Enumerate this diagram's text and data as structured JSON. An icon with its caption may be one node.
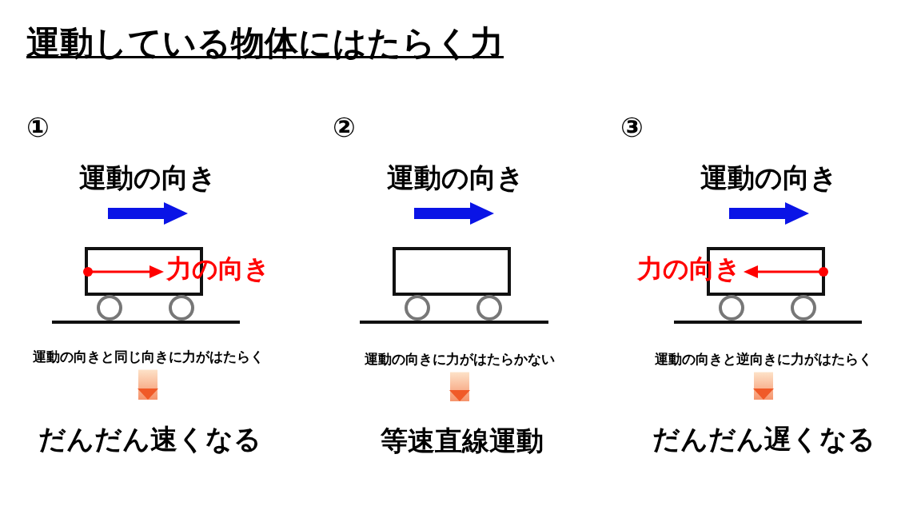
{
  "diagram": {
    "title": "運動している物体にはたらく力",
    "nodes": [
      {
        "text": [
          "運動の向きと同じ向きに力がはたらく"
        ]
      },
      {
        "text": [
          "だんだん速くなる"
        ]
      },
      {
        "text": [
          "運動の向きに力がはたらかない"
        ]
      },
      {
        "text": [
          "等速直線運動"
        ]
      },
      {
        "text": [
          "運動の向きと逆向きに力がはたらく"
        ]
      },
      {
        "text": [
          "だんだん遅くなる"
        ]
      }
    ],
    "edges": [
      {
        "from": 0,
        "to": 1,
        "arrow": "to",
        "style": "thick",
        "color": "#f05a28"
      },
      {
        "from": 2,
        "to": 3,
        "arrow": "to",
        "style": "thick",
        "color": "#f05a28"
      },
      {
        "from": 4,
        "to": 5,
        "arrow": "to",
        "style": "thick",
        "color": "#f05a28"
      }
    ],
    "labels": [
      "①",
      "運動の向き",
      "力の向き",
      "②",
      "運動の向き",
      "③",
      "運動の向き",
      "力の向き"
    ]
  }
}
